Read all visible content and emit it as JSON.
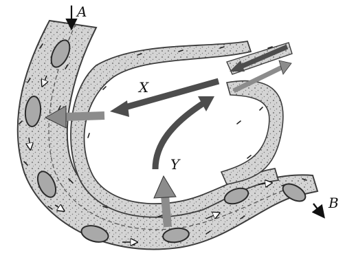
{
  "labels": {
    "A": "A",
    "B": "B",
    "X": "X",
    "Y": "Y"
  },
  "colors": {
    "background": "#ffffff",
    "tube_fill": "#d6d6d6",
    "tube_edge": "#4a4a4a",
    "cell_fill": "#a9a9a9",
    "arrow_dark": "#4d4d4d",
    "arrow_light": "#8c8c8c",
    "stipple": "#222222"
  }
}
